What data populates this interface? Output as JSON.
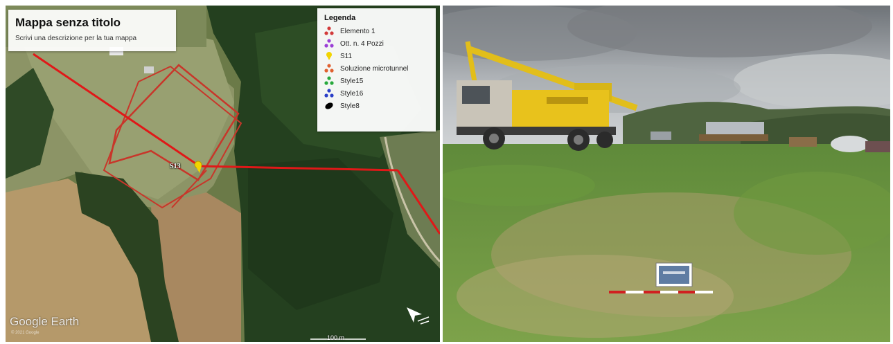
{
  "map": {
    "title": "Mappa senza titolo",
    "description": "Scrivi una descrizione per la tua mappa",
    "legend": {
      "title": "Legenda",
      "items": [
        {
          "label": "Elemento 1",
          "icon": "cluster-marker-icon",
          "color": "#d23a3a"
        },
        {
          "label": "Ott. n. 4 Pozzi",
          "icon": "cluster-marker-icon",
          "color": "#9b3fd6"
        },
        {
          "label": "S11",
          "icon": "pin-icon",
          "color": "#f2d400"
        },
        {
          "label": "Soluzione microtunnel",
          "icon": "cluster-marker-icon",
          "color": "#e06030"
        },
        {
          "label": "Style15",
          "icon": "cluster-marker-icon",
          "color": "#27a83c"
        },
        {
          "label": "Style16",
          "icon": "cluster-marker-icon",
          "color": "#2b3fc8"
        },
        {
          "label": "Style8",
          "icon": "ellipse-icon",
          "color": "#000000"
        }
      ]
    },
    "marker_label": "S13",
    "branding": "Google Earth",
    "copyright": "© 2021 Google",
    "scale": "100 m",
    "line_color": "#e01818"
  },
  "photo": {
    "description_icons": [
      "drilling-truck",
      "measuring-rod",
      "site-sign"
    ]
  }
}
